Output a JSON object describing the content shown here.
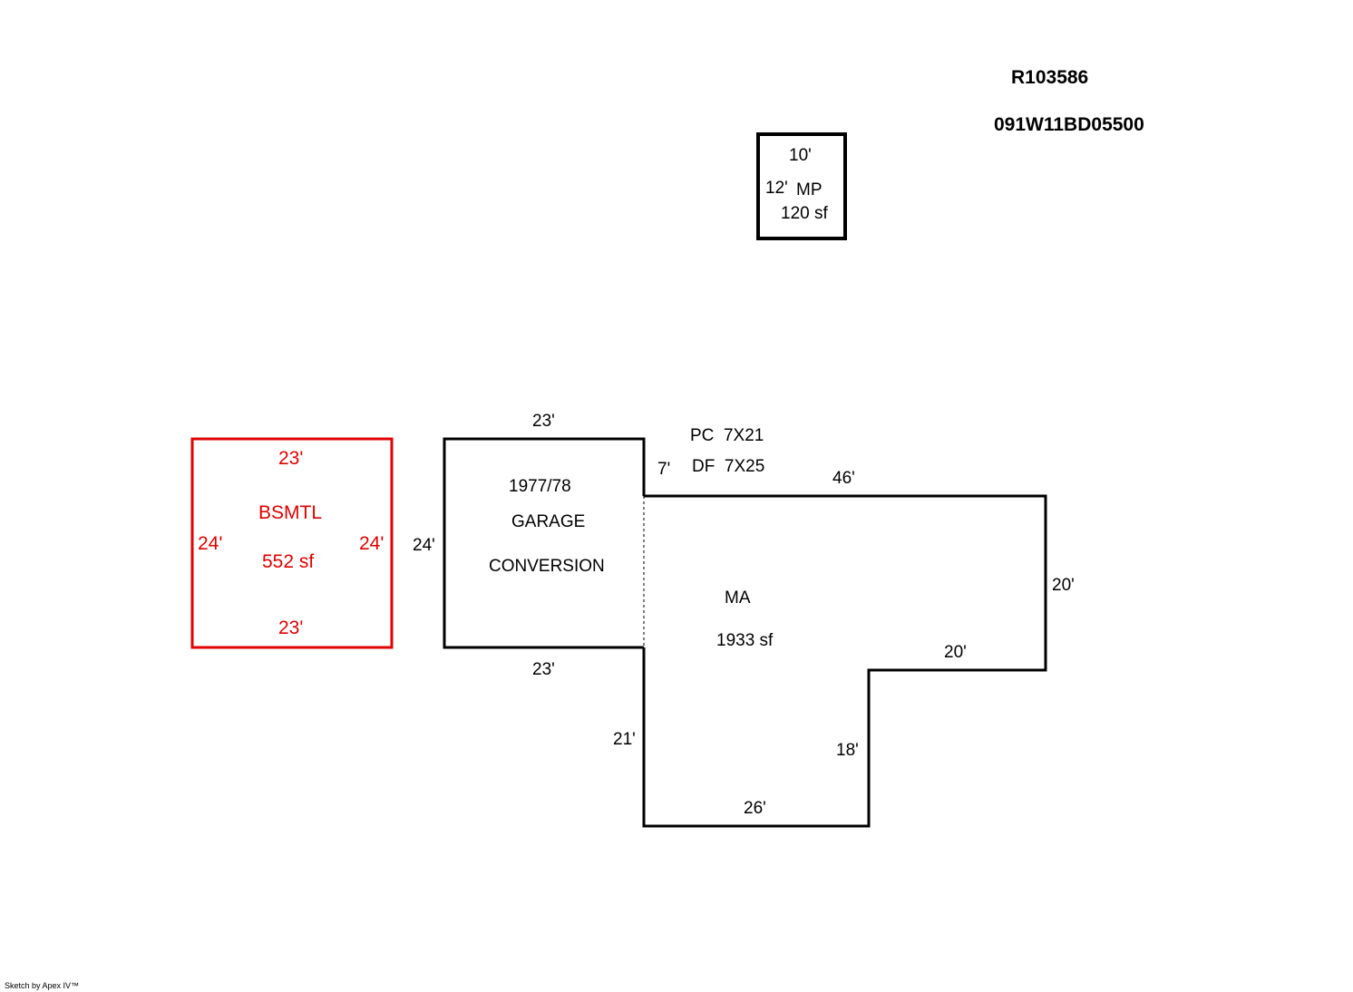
{
  "header": {
    "account": "R103586",
    "parcel": "091W11BD05500"
  },
  "mp": {
    "top": "10'",
    "side": "12'",
    "code": "MP",
    "area": "120 sf"
  },
  "bsmtl": {
    "top": "23'",
    "left": "24'",
    "right": "24'",
    "bottom": "23'",
    "code": "BSMTL",
    "area": "552 sf",
    "color": "#e00000"
  },
  "garage": {
    "top": "23'",
    "left": "24'",
    "bottom": "23'",
    "year": "1977/78",
    "line1": "GARAGE",
    "line2": "CONVERSION"
  },
  "ma": {
    "step": "7'",
    "top": "46'",
    "right": "20'",
    "inner_top": "20'",
    "inner_side": "18'",
    "bottom": "26'",
    "left": "21'",
    "code": "MA",
    "area": "1933 sf"
  },
  "notes": {
    "pc": "PC  7X21",
    "df": "DF  7X25"
  },
  "footer": {
    "credit": "Sketch by Apex IV™"
  }
}
